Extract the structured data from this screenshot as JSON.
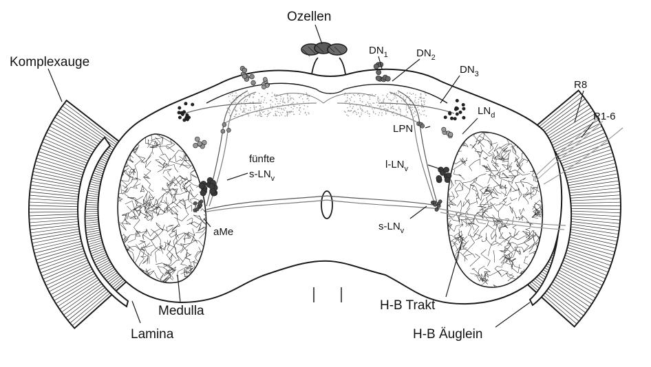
{
  "labels": {
    "ozellen": "Ozellen",
    "komplexauge": "Komplexauge",
    "dn1": "DN",
    "dn1_sub": "1",
    "dn2": "DN",
    "dn2_sub": "2",
    "dn3": "DN",
    "dn3_sub": "3",
    "r8": "R8",
    "r16": "R1-6",
    "lnd": "LN",
    "lnd_sub": "d",
    "lpn": "LPN",
    "fuenfte": "fünfte",
    "fuenfte_sln": "s-LN",
    "fuenfte_sln_sub": "v",
    "lln": "l-LN",
    "lln_sub": "v",
    "sln": "s-LN",
    "sln_sub": "v",
    "ame": "aMe",
    "medulla": "Medulla",
    "lamina": "Lamina",
    "hb_trakt": "H-B Trakt",
    "hb_aeuglein": "H-B Äuglein"
  },
  "colors": {
    "ink": "#1a1a1a",
    "neuron_fill": "#3a3a3a",
    "cell_light": "#8a8a8a",
    "stipple": "#9a9a9a"
  }
}
